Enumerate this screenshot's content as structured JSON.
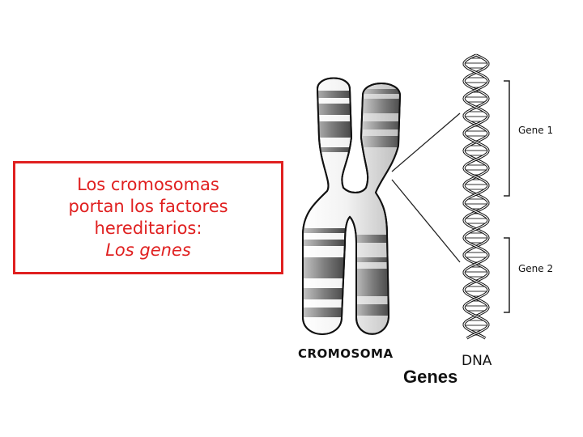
{
  "callout": {
    "line1": "Los cromosomas",
    "line2": "portan los factores",
    "line3": "hereditarios:",
    "line4": "Los genes",
    "color": "#e02020"
  },
  "labels": {
    "cromosoma": "CROMOSOMA",
    "dna": "DNA",
    "genes": "Genes",
    "gene1": "Gene 1",
    "gene2": "Gene 2"
  }
}
